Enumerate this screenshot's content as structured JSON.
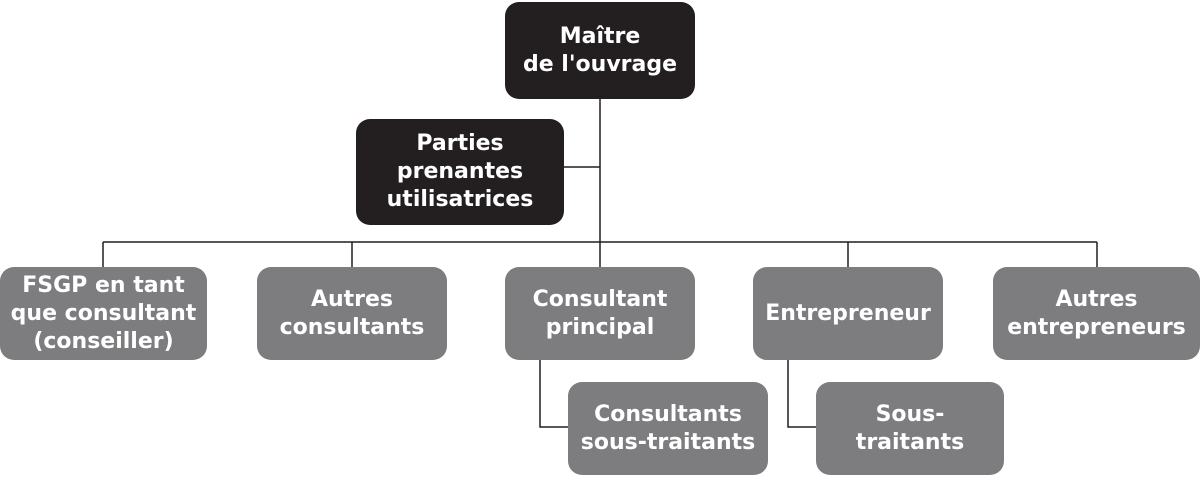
{
  "diagram": {
    "owner": {
      "label": "Maître\nde l'ouvrage"
    },
    "user_stakeholders": {
      "label": "Parties\nprenantes\nutilisatrices"
    },
    "fsgp_consultant": {
      "label": "FSGP en tant\nque consultant\n(conseiller)"
    },
    "other_consultants": {
      "label": "Autres\nconsultants"
    },
    "lead_consultant": {
      "label": "Consultant\nprincipal"
    },
    "contractor": {
      "label": "Entrepreneur"
    },
    "other_contractors": {
      "label": "Autres\nentrepreneurs"
    },
    "subcontracted_consultants": {
      "label": "Consultants\nsous-traitants"
    },
    "subcontractors": {
      "label": "Sous-\ntraitants"
    }
  },
  "colors": {
    "dark_node": "#231f20",
    "gray_node": "#7d7d80",
    "connector": "#231f20",
    "text": "#ffffff"
  }
}
